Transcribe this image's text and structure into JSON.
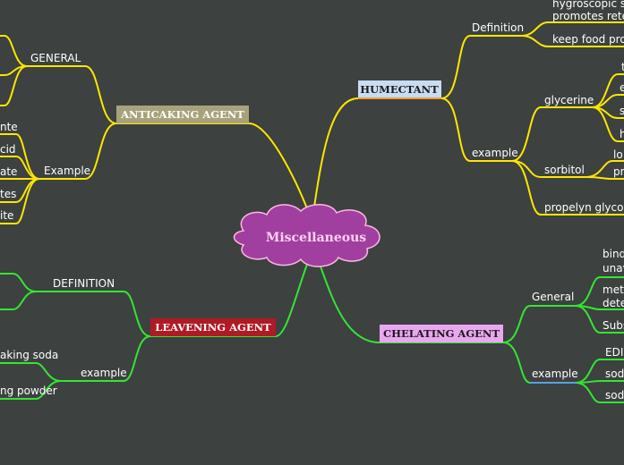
{
  "center": {
    "label": "Miscellaneous"
  },
  "colors": {
    "background": "#3d4140",
    "yellow": "#ffe600",
    "green": "#33e633",
    "center_fill": "#a13fa0",
    "humectant_box": "#c7ddf2",
    "anticaking_box": "#a8a27c",
    "leavening_box": "#b01a24",
    "chelating_box": "#e9a7ef"
  },
  "branches": {
    "humectant": {
      "label": "HUMECTANT",
      "definition": {
        "label": "Definition",
        "items": [
          "hygroscopic su",
          "promotes  rete",
          "keep food prod"
        ]
      },
      "example": {
        "label": "example",
        "glycerine": {
          "label": "glycerine",
          "items": [
            "t",
            "e",
            "s",
            "h"
          ]
        },
        "sorbitol": {
          "label": "sorbitol",
          "items": [
            "lo",
            "pr"
          ]
        },
        "propylene": {
          "label": "propelyn glycol"
        }
      }
    },
    "anticaking": {
      "label": "ANTICAKING AGENT",
      "general": {
        "label": "GENERAL"
      },
      "example": {
        "label": "Example",
        "items": [
          "nte",
          "cid",
          "ate",
          "tes",
          "ite"
        ]
      }
    },
    "leavening": {
      "label": "LEAVENING AGENT",
      "definition": {
        "label": "DEFINITION"
      },
      "example": {
        "label": "example",
        "items": [
          "aking soda",
          "ng powder"
        ]
      }
    },
    "chelating": {
      "label": "CHELATING AGENT",
      "general": {
        "label": "General",
        "items": [
          "bind",
          "unav",
          "meta",
          "dete",
          "Subs"
        ]
      },
      "example": {
        "label": "example",
        "items": [
          "EDI",
          "sodi",
          "sodi"
        ]
      }
    }
  }
}
